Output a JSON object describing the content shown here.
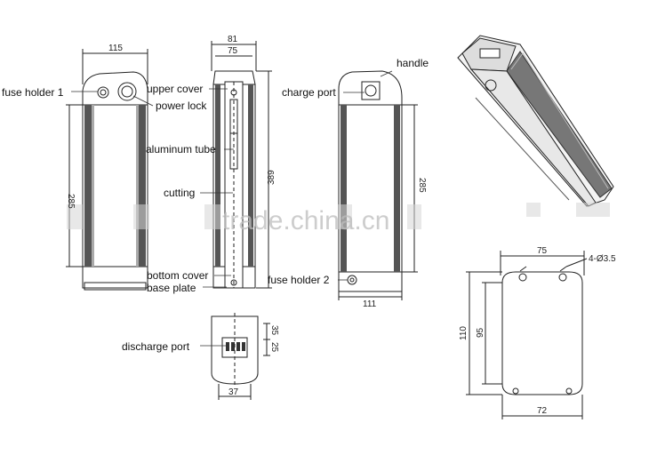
{
  "labels": {
    "fuse_holder_1": "fuse holder 1",
    "upper_cover": "upper cover",
    "power_lock": "power lock",
    "aluminum_tube": "aluminum tube",
    "cutting": "cutting",
    "bottom_cover": "bottom cover",
    "base_plate": "base plate",
    "discharge_port": "discharge port",
    "charge_port": "charge port",
    "handle": "handle",
    "fuse_holder_2": "fuse holder 2"
  },
  "dimensions": {
    "front_width": "115",
    "front_height": "285",
    "side_width_outer": "81",
    "side_width_inner": "75",
    "side_height": "389",
    "back_height": "285",
    "back_width": "111",
    "bottom_a": "35",
    "bottom_b": "25",
    "bottom_width": "37",
    "plate_top_width": "75",
    "plate_holes": "4-Ø3.5",
    "plate_height_outer": "110",
    "plate_height_inner": "95",
    "plate_bottom_width": "72"
  },
  "watermark": "trade.china.cn",
  "colors": {
    "line": "#222222",
    "tube_dark": "#555555",
    "tube_mid": "#9a9a9a"
  }
}
